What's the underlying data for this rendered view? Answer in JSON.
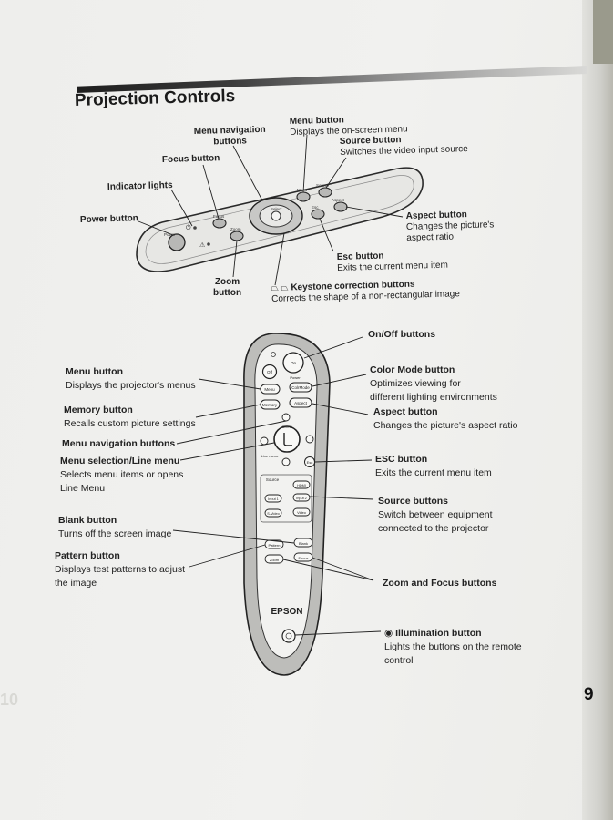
{
  "page": {
    "title": "Projection Controls",
    "page_number": "9"
  },
  "projector_panel": {
    "menu_navigation": {
      "title": "Menu navigation",
      "title2": "buttons"
    },
    "menu_button": {
      "title": "Menu button",
      "desc": "Displays the on-screen menu"
    },
    "source_button": {
      "title": "Source button",
      "desc": "Switches the video input source"
    },
    "focus_button": {
      "title": "Focus button"
    },
    "indicator_lights": {
      "title": "Indicator lights"
    },
    "power_button": {
      "title": "Power button"
    },
    "aspect_button": {
      "title": "Aspect button",
      "desc1": "Changes the picture's",
      "desc2": "aspect ratio"
    },
    "esc_button": {
      "title": "Esc button",
      "desc": "Exits the current menu item"
    },
    "zoom_button": {
      "title": "Zoom",
      "title2": "button"
    },
    "keystone": {
      "title": "Keystone correction buttons",
      "desc": "Corrects the shape of a non-rectangular image"
    },
    "keys": {
      "power": "Power",
      "focus": "Focus",
      "zoom": "Zoom",
      "menu": "Menu",
      "source": "Source",
      "esc": "Esc",
      "aspect": "Aspect",
      "select": "Select"
    }
  },
  "remote_labels": {
    "onoff": {
      "title": "On/Off buttons"
    },
    "menu": {
      "title": "Menu button",
      "desc": "Displays the projector's menus"
    },
    "color_mode": {
      "title": "Color Mode button",
      "desc1": "Optimizes viewing for",
      "desc2": "different lighting environments"
    },
    "memory": {
      "title": "Memory button",
      "desc": "Recalls custom picture settings"
    },
    "aspect": {
      "title": "Aspect button",
      "desc": "Changes the picture's aspect ratio"
    },
    "menu_nav": {
      "title": "Menu navigation buttons"
    },
    "menu_selection": {
      "title": "Menu selection/Line menu",
      "desc1": "Selects menu items or opens",
      "desc2": "Line Menu"
    },
    "esc": {
      "title": "ESC button",
      "desc": "Exits the current menu item"
    },
    "source": {
      "title": "Source buttons",
      "desc1": "Switch between equipment",
      "desc2": "connected to the projector"
    },
    "blank": {
      "title": "Blank button",
      "desc": "Turns off the screen image"
    },
    "pattern": {
      "title": "Pattern button",
      "desc1": "Displays test patterns to adjust",
      "desc2": "the image"
    },
    "zoom_focus": {
      "title": "Zoom and Focus buttons"
    },
    "illumination": {
      "title": "Illumination button",
      "desc1": "Lights the buttons on the remote",
      "desc2": "control"
    }
  },
  "remote": {
    "brand": "EPSON",
    "keys": {
      "off": "Off",
      "on": "On",
      "power": "Power",
      "menu": "Menu",
      "color_mode": "ColrMode",
      "memory": "Memory",
      "aspect": "Aspect",
      "select": "Select",
      "line_menu": "Line menu",
      "esc": "Esc",
      "source": "Source",
      "hdmi": "HDMI",
      "input1": "Input 1",
      "input2": "Input 2",
      "svideo": "S-Video",
      "video": "Video",
      "pattern": "Pattern",
      "blank": "Blank",
      "zoom": "Zoom",
      "focus": "Focus"
    }
  }
}
